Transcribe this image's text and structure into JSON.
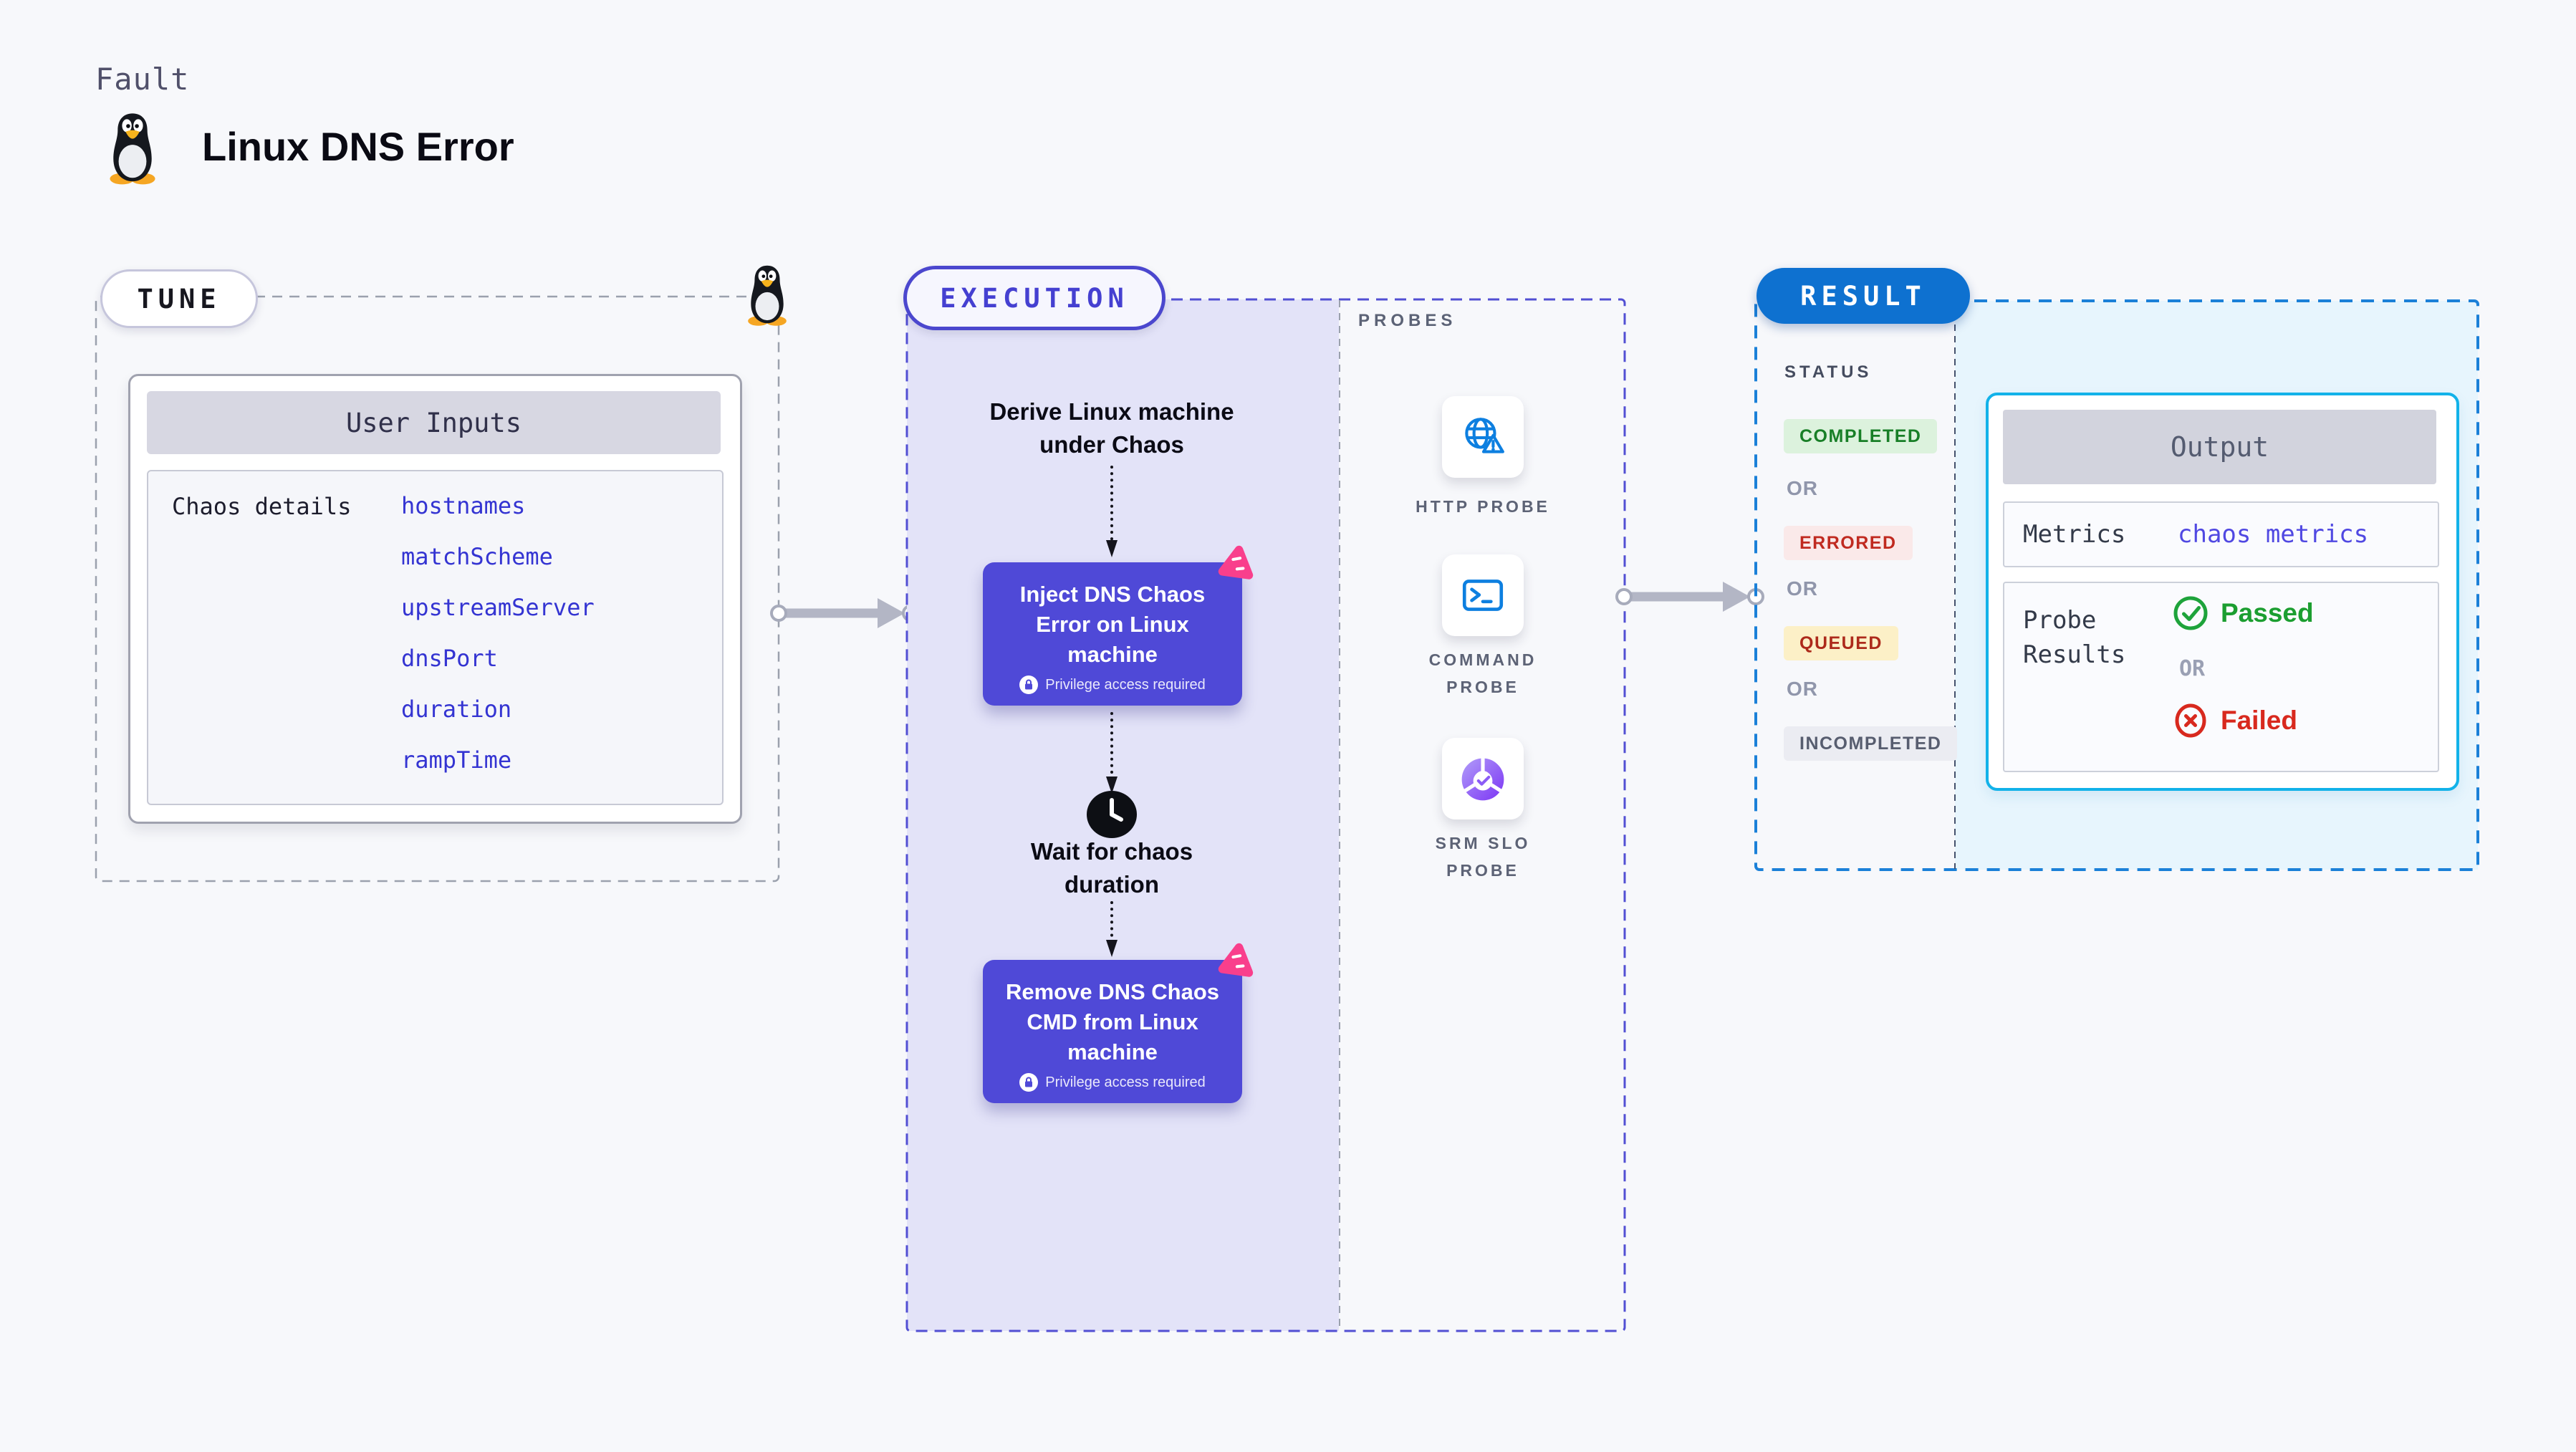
{
  "colors": {
    "page_bg": "#f7f8fb",
    "accent_indigo_card": "#4f49d7",
    "accent_indigo_border": "#4b47ce",
    "accent_pink": "#f93f8c",
    "result_pill_blue": "#0e71d0",
    "result_box_dash_blue": "#1b80d8",
    "cyan_border": "#12b2e9",
    "cyan_bg": "#e7f5fd",
    "lavender_bg": "#e3e3f8",
    "probe_icon_blue": "#0d7fe0",
    "link_blue": "#3434d2",
    "metrics_value_indigo": "#5048e2",
    "passed_green": "#1b9e30",
    "failed_red": "#d8291e",
    "arrow_gray": "#b3b6c5"
  },
  "header": {
    "eyebrow": "Fault",
    "title": "Linux DNS Error"
  },
  "tune": {
    "badge": "TUNE",
    "card_title": "User Inputs",
    "row_label": "Chaos details",
    "inputs": [
      "hostnames",
      "matchScheme",
      "upstreamServer",
      "dnsPort",
      "duration",
      "rampTime"
    ]
  },
  "execution": {
    "badge": "EXECUTION",
    "derive_lines": [
      "Derive Linux machine",
      "under Chaos"
    ],
    "inject_lines": [
      "Inject DNS Chaos",
      "Error on Linux",
      "machine"
    ],
    "privilege_note": "Privilege access required",
    "wait_lines": [
      "Wait for chaos",
      "duration"
    ],
    "remove_lines": [
      "Remove DNS Chaos",
      "CMD from Linux",
      "machine"
    ]
  },
  "probes": {
    "label": "PROBES",
    "items": [
      {
        "name": "http-probe",
        "lines": [
          "HTTP PROBE"
        ]
      },
      {
        "name": "command-probe",
        "lines": [
          "COMMAND",
          "PROBE"
        ]
      },
      {
        "name": "srm-slo-probe",
        "lines": [
          "SRM SLO",
          "PROBE"
        ]
      }
    ]
  },
  "result": {
    "badge": "RESULT",
    "status_label": "STATUS",
    "or_label": "OR",
    "statuses": [
      {
        "label": "COMPLETED",
        "bg": "#dcf2dd",
        "fg": "#187f27"
      },
      {
        "label": "ERRORED",
        "bg": "#fae9e9",
        "fg": "#c02a20"
      },
      {
        "label": "QUEUED",
        "bg": "#fcf0c7",
        "fg": "#ad2a1b"
      },
      {
        "label": "INCOMPLETED",
        "bg": "#ebecf2",
        "fg": "#575d6f"
      }
    ],
    "output": {
      "title": "Output",
      "metrics_label": "Metrics",
      "metrics_value": "chaos metrics",
      "probe_results_lines": [
        "Probe",
        "Results"
      ],
      "passed_label": "Passed",
      "or_label": "OR",
      "failed_label": "Failed"
    }
  }
}
